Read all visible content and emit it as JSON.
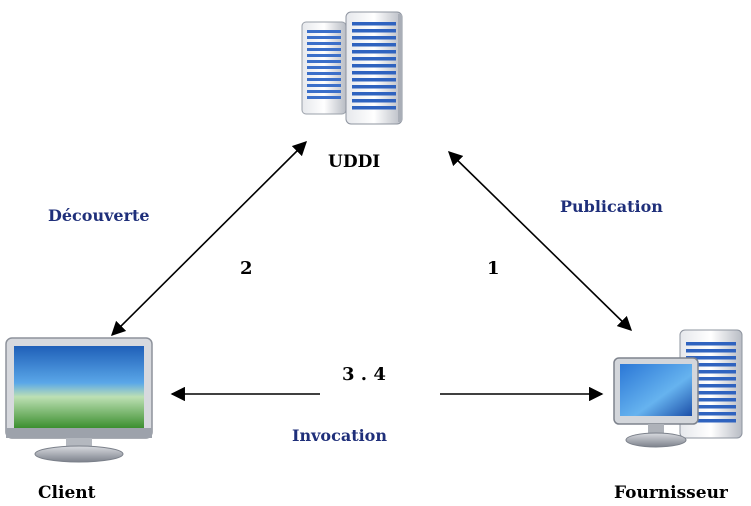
{
  "nodes": {
    "uddi": {
      "label": "UDDI",
      "icon": "server-tower-icon"
    },
    "client": {
      "label": "Client",
      "icon": "desktop-monitor-icon"
    },
    "provider": {
      "label": "Fournisseur",
      "icon": "server-with-monitor-icon"
    }
  },
  "edges": {
    "discovery": {
      "label": "Découverte",
      "step": "2"
    },
    "publication": {
      "label": "Publication",
      "step": "1"
    },
    "invocation": {
      "label": "Invocation",
      "step": "3 . 4"
    }
  },
  "colors": {
    "edge_label": "#1f2f7a",
    "arrow": "#000000",
    "server_blue": "#3b6fc9",
    "server_gray": "#c9ccd2"
  }
}
